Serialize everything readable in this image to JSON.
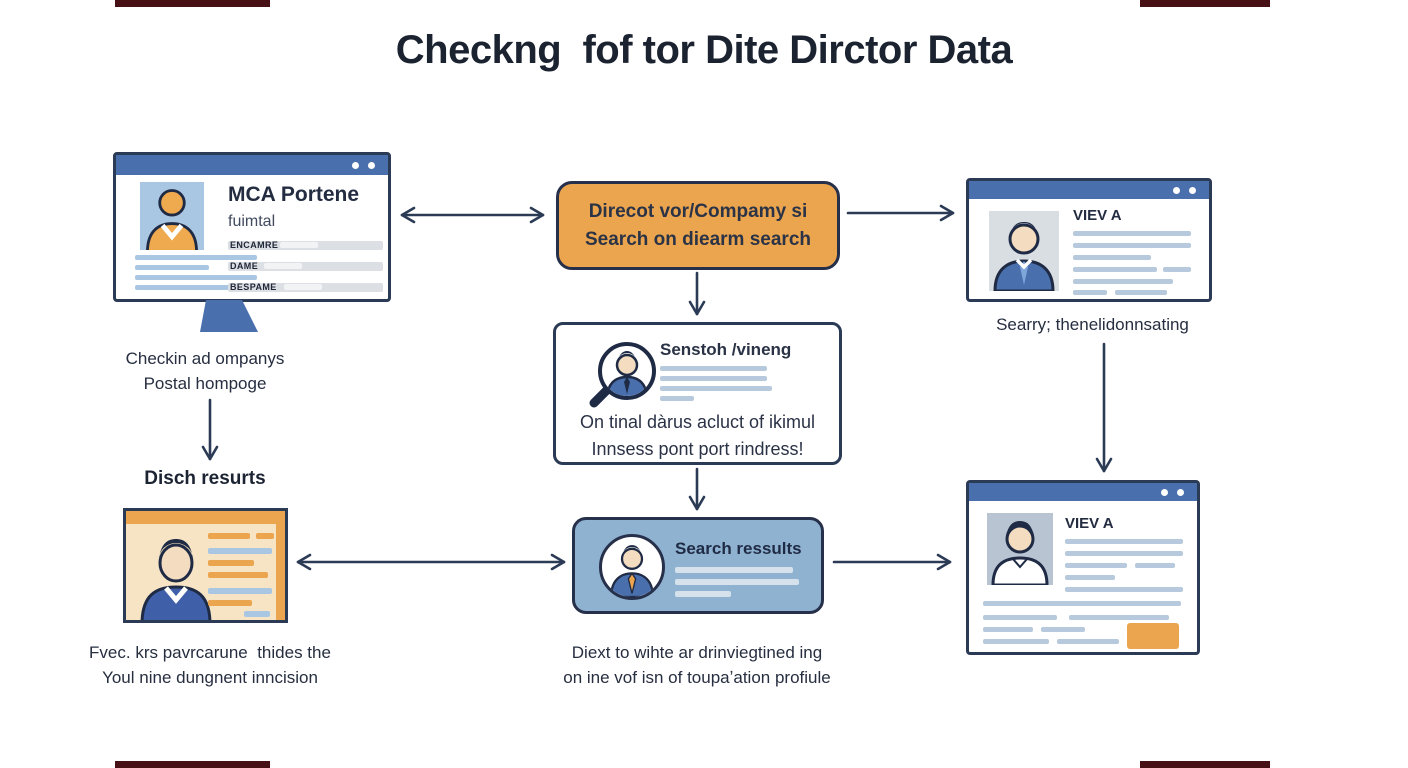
{
  "title": "Checkng  fof tor Dite Dirctor Data",
  "colors": {
    "navy": "#2b3a55",
    "titlebar_blue": "#4a6fad",
    "accent_orange": "#eba54e",
    "steel_blue": "#8fb2d1",
    "line_blue": "#b7c9dc",
    "card_cream": "#f6e4c4"
  },
  "left": {
    "window": {
      "heading": "MCA Portene",
      "subheading": "fuimtal",
      "fields": [
        {
          "label": "ENCAMRE"
        },
        {
          "label": "DAME"
        },
        {
          "label": "BESPAME"
        }
      ]
    },
    "caption": {
      "line1": "Checkin ad ompanys",
      "line2": "Postal hompoge"
    },
    "results_heading": "Disch resurts",
    "card_caption": {
      "line1": "Fvec. krs pavrcarune  thides the",
      "line2": "Youl nine dungnent inncision"
    }
  },
  "center": {
    "search": {
      "line1": "Direcot vor/Compamy si",
      "line2": "Search on diearm search"
    },
    "detail": {
      "heading": "Senstoh /vineng",
      "line1": "On tinal dàrus acluct of ikimul",
      "line2": "Innsess pont port rindress!"
    },
    "results": {
      "heading": "Search ressults"
    },
    "caption": {
      "line1": "Diext to wihte ar drinviegtined ing",
      "line2": "on ine vof isn of toupaʼation profiule"
    }
  },
  "right": {
    "top": {
      "heading": "VIEV A",
      "caption": "Searry; thenelidonnsating"
    },
    "bottom": {
      "heading": "VIEV A"
    }
  }
}
